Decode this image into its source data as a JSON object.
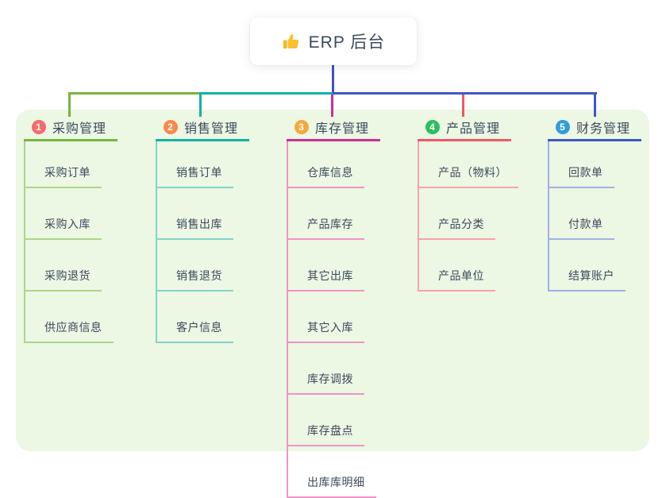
{
  "root": {
    "title": "ERP 后台",
    "icon": "thumbs-up-icon"
  },
  "colors": {
    "panel_bg": "#ecf7e4",
    "root_line": "#3f51c1",
    "text": "#3c4858"
  },
  "branches": [
    {
      "index": "1",
      "title": "采购管理",
      "color": "#7ab53c",
      "light_color": "#abd689",
      "badge_color": "#f56c6c",
      "children": [
        "采购订单",
        "采购入库",
        "采购退货",
        "供应商信息"
      ]
    },
    {
      "index": "2",
      "title": "销售管理",
      "color": "#13b2a4",
      "light_color": "#84d4c9",
      "badge_color": "#f8884b",
      "children": [
        "销售订单",
        "销售出库",
        "销售退货",
        "客户信息"
      ]
    },
    {
      "index": "3",
      "title": "库存管理",
      "color": "#ce2e8d",
      "light_color": "#ef94c5",
      "badge_color": "#f5a93c",
      "children": [
        "仓库信息",
        "产品库存",
        "其它出库",
        "其它入库",
        "库存调拨",
        "库存盘点",
        "出库库明细"
      ]
    },
    {
      "index": "4",
      "title": "产品管理",
      "color": "#f25763",
      "light_color": "#f7a3ab",
      "badge_color": "#2cbe60",
      "children": [
        "产品（物料）",
        "产品分类",
        "产品单位"
      ]
    },
    {
      "index": "5",
      "title": "财务管理",
      "color": "#3f57c6",
      "light_color": "#9fb2e3",
      "badge_color": "#2d9ed8",
      "children": [
        "回款单",
        "付款单",
        "结算账户"
      ]
    }
  ]
}
